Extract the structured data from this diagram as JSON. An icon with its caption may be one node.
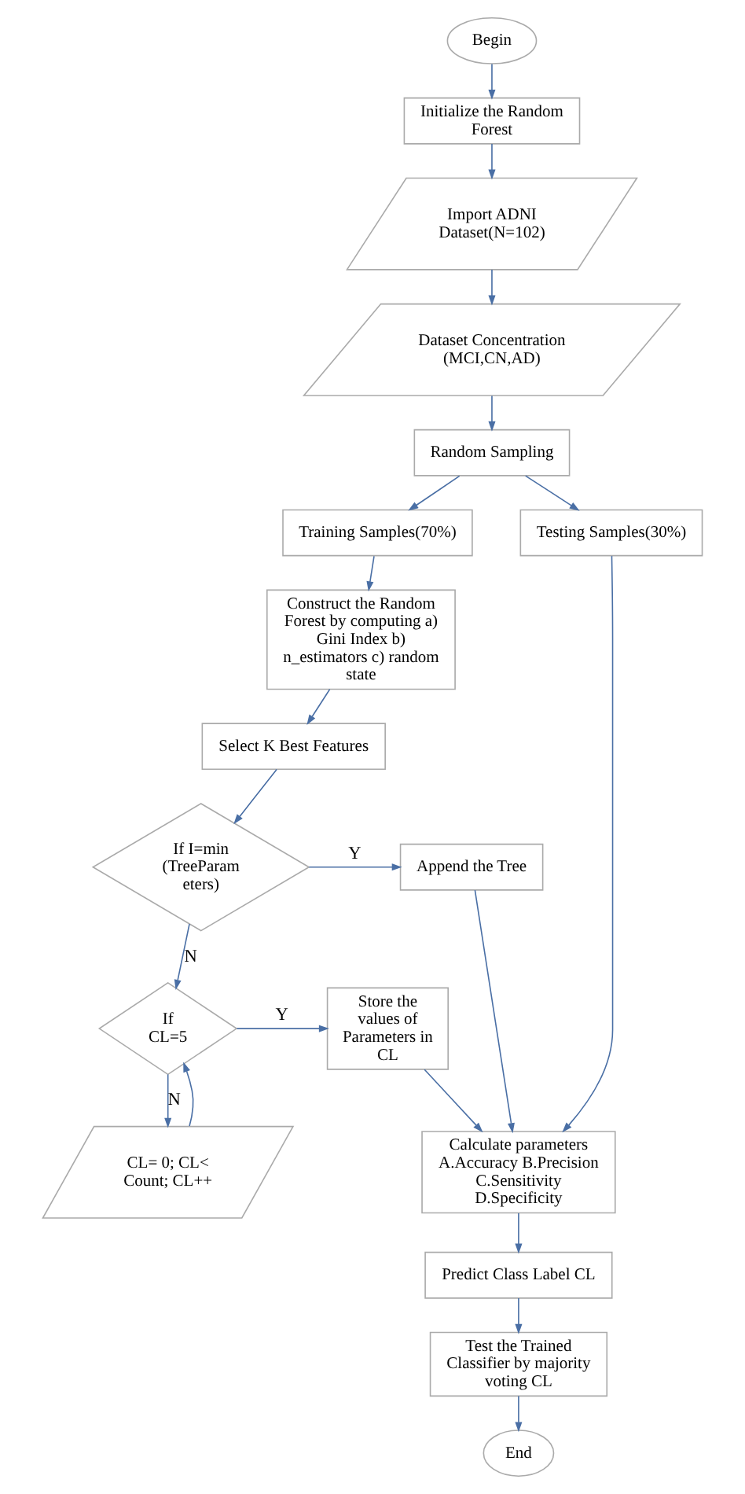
{
  "diagram": {
    "nodes": [
      {
        "text": [
          "Begin"
        ]
      },
      {
        "text": [
          "Initialize the Random Forest"
        ]
      },
      {
        "text": [
          "Import ADNI Dataset(N=102)"
        ]
      },
      {
        "text": [
          "Dataset Concentration (MCI,CN,AD)"
        ]
      },
      {
        "text": [
          "Random Sampling"
        ]
      },
      {
        "text": [
          "Training Samples(70%)"
        ]
      },
      {
        "text": [
          "Testing Samples(30%)"
        ]
      },
      {
        "text": [
          "Construct the Random Forest by computing a) Gini Index b) n_estimators c) random state"
        ]
      },
      {
        "text": [
          "Select K Best Features"
        ]
      },
      {
        "text": [
          "If I=min (TreeParam eters)"
        ]
      },
      {
        "text": [
          "Append the Tree"
        ]
      },
      {
        "text": [
          "If CL=5"
        ]
      },
      {
        "text": [
          "Store the values of Parameters in CL"
        ]
      },
      {
        "text": [
          "CL= 0; CL< Count; CL++"
        ]
      },
      {
        "text": [
          "Calculate parameters A.Accuracy B.Precision C.Sensitivity D.Specificity"
        ]
      },
      {
        "text": [
          "Predict Class Label CL"
        ]
      },
      {
        "text": [
          "Test the Trained Classifier by majority voting CL"
        ]
      },
      {
        "text": [
          "End"
        ]
      }
    ],
    "edges": [
      {
        "from": 0,
        "to": 1,
        "arrow": "to"
      },
      {
        "from": 1,
        "to": 2,
        "arrow": "to"
      },
      {
        "from": 2,
        "to": 3,
        "arrow": "to"
      },
      {
        "from": 3,
        "to": 4,
        "arrow": "to"
      },
      {
        "from": 4,
        "to": 5,
        "arrow": "to"
      },
      {
        "from": 4,
        "to": 6,
        "arrow": "to"
      },
      {
        "from": 5,
        "to": 7,
        "arrow": "to"
      },
      {
        "from": 7,
        "to": 8,
        "arrow": "to"
      },
      {
        "from": 8,
        "to": 9,
        "arrow": "to"
      },
      {
        "from": 9,
        "to": 10,
        "arrow": "to",
        "label": "Y"
      },
      {
        "from": 9,
        "to": 11,
        "arrow": "to",
        "label": "N"
      },
      {
        "from": 11,
        "to": 12,
        "arrow": "to",
        "label": "Y"
      },
      {
        "from": 11,
        "to": 13,
        "arrow": "to",
        "label": "N"
      },
      {
        "from": 13,
        "to": 11,
        "arrow": "to"
      },
      {
        "from": 10,
        "to": 14,
        "arrow": "to"
      },
      {
        "from": 12,
        "to": 14,
        "arrow": "to"
      },
      {
        "from": 6,
        "to": 14,
        "arrow": "to"
      },
      {
        "from": 14,
        "to": 15,
        "arrow": "to"
      },
      {
        "from": 15,
        "to": 16,
        "arrow": "to"
      },
      {
        "from": 16,
        "to": 17,
        "arrow": "to"
      }
    ]
  }
}
